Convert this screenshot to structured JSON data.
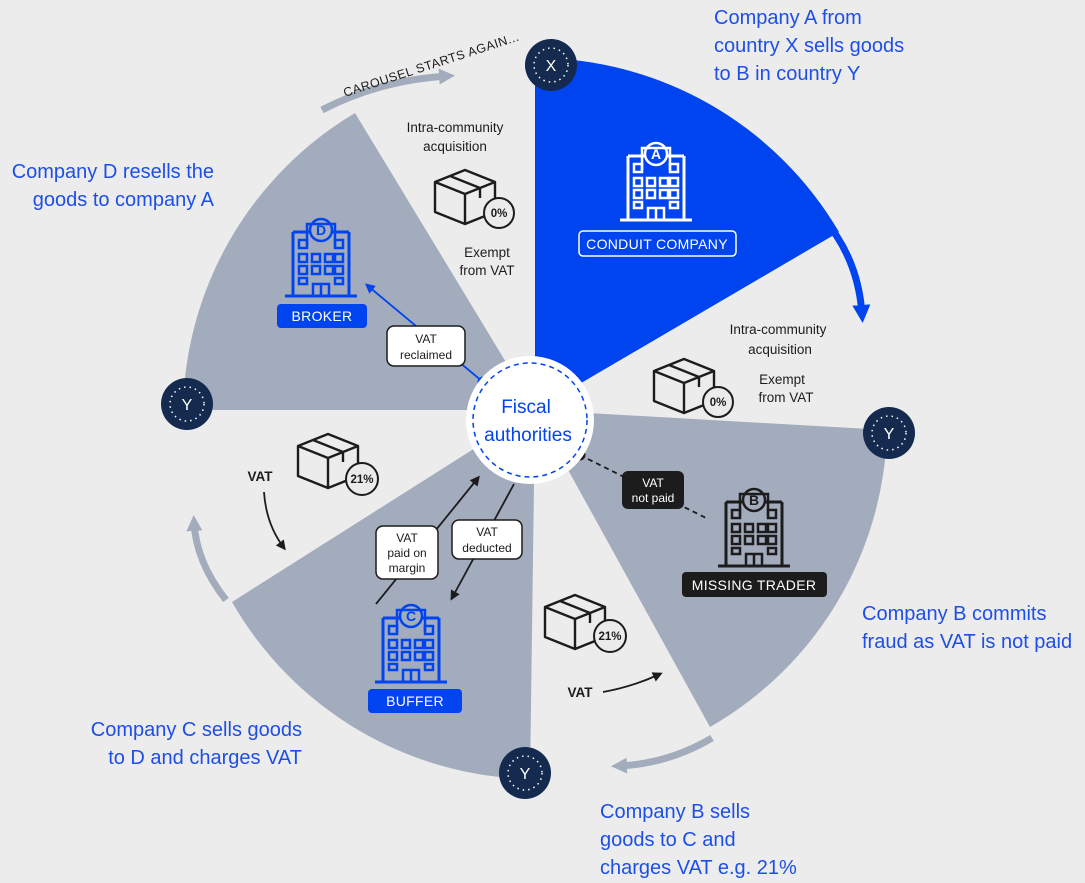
{
  "captions": {
    "a_line1": "Company A from",
    "a_line2": "country X sells goods",
    "a_line3": "to B in country Y",
    "d_line1": "Company D resells the",
    "d_line2": "goods to company A",
    "b_fraud_line1": "Company B commits",
    "b_fraud_line2": "fraud as VAT is not paid",
    "c_line1": "Company C sells goods",
    "c_line2": "to D and charges VAT",
    "b_sells_line1": "Company B sells",
    "b_sells_line2": "goods to C and",
    "b_sells_line3": "charges VAT e.g. 21%"
  },
  "carousel_text": "CAROUSEL STARTS AGAIN...",
  "center": {
    "line1": "Fiscal",
    "line2": "authorities"
  },
  "companies": {
    "a": {
      "letter": "A",
      "role": "CONDUIT COMPANY"
    },
    "b": {
      "letter": "B",
      "role": "MISSING TRADER"
    },
    "c": {
      "letter": "C",
      "role": "BUFFER"
    },
    "d": {
      "letter": "D",
      "role": "BROKER"
    }
  },
  "countries": {
    "x": "X",
    "y_left": "Y",
    "y_right": "Y",
    "y_bottom": "Y"
  },
  "transactions": {
    "d_to_a": {
      "line1": "Intra-community",
      "line2": "acquisition",
      "rate": "0%",
      "exempt1": "Exempt",
      "exempt2": "from VAT"
    },
    "a_to_b": {
      "line1": "Intra-community",
      "line2": "acquisition",
      "rate": "0%",
      "exempt1": "Exempt",
      "exempt2": "from VAT"
    },
    "b_to_c": {
      "vat": "VAT",
      "rate": "21%"
    },
    "c_to_d": {
      "vat": "VAT",
      "rate": "21%"
    }
  },
  "labels": {
    "vat_reclaimed_1": "VAT",
    "vat_reclaimed_2": "reclaimed",
    "vat_not_paid_1": "VAT",
    "vat_not_paid_2": "not paid",
    "vat_paid_margin_1": "VAT",
    "vat_paid_margin_2": "paid on",
    "vat_paid_margin_3": "margin",
    "vat_deducted_1": "VAT",
    "vat_deducted_2": "deducted"
  },
  "colors": {
    "blue": "#0044f0",
    "gray_sector": "#a3acbd",
    "light_sector": "#ebebeb",
    "navy": "#142a4f",
    "dark": "#1c1c1c"
  }
}
